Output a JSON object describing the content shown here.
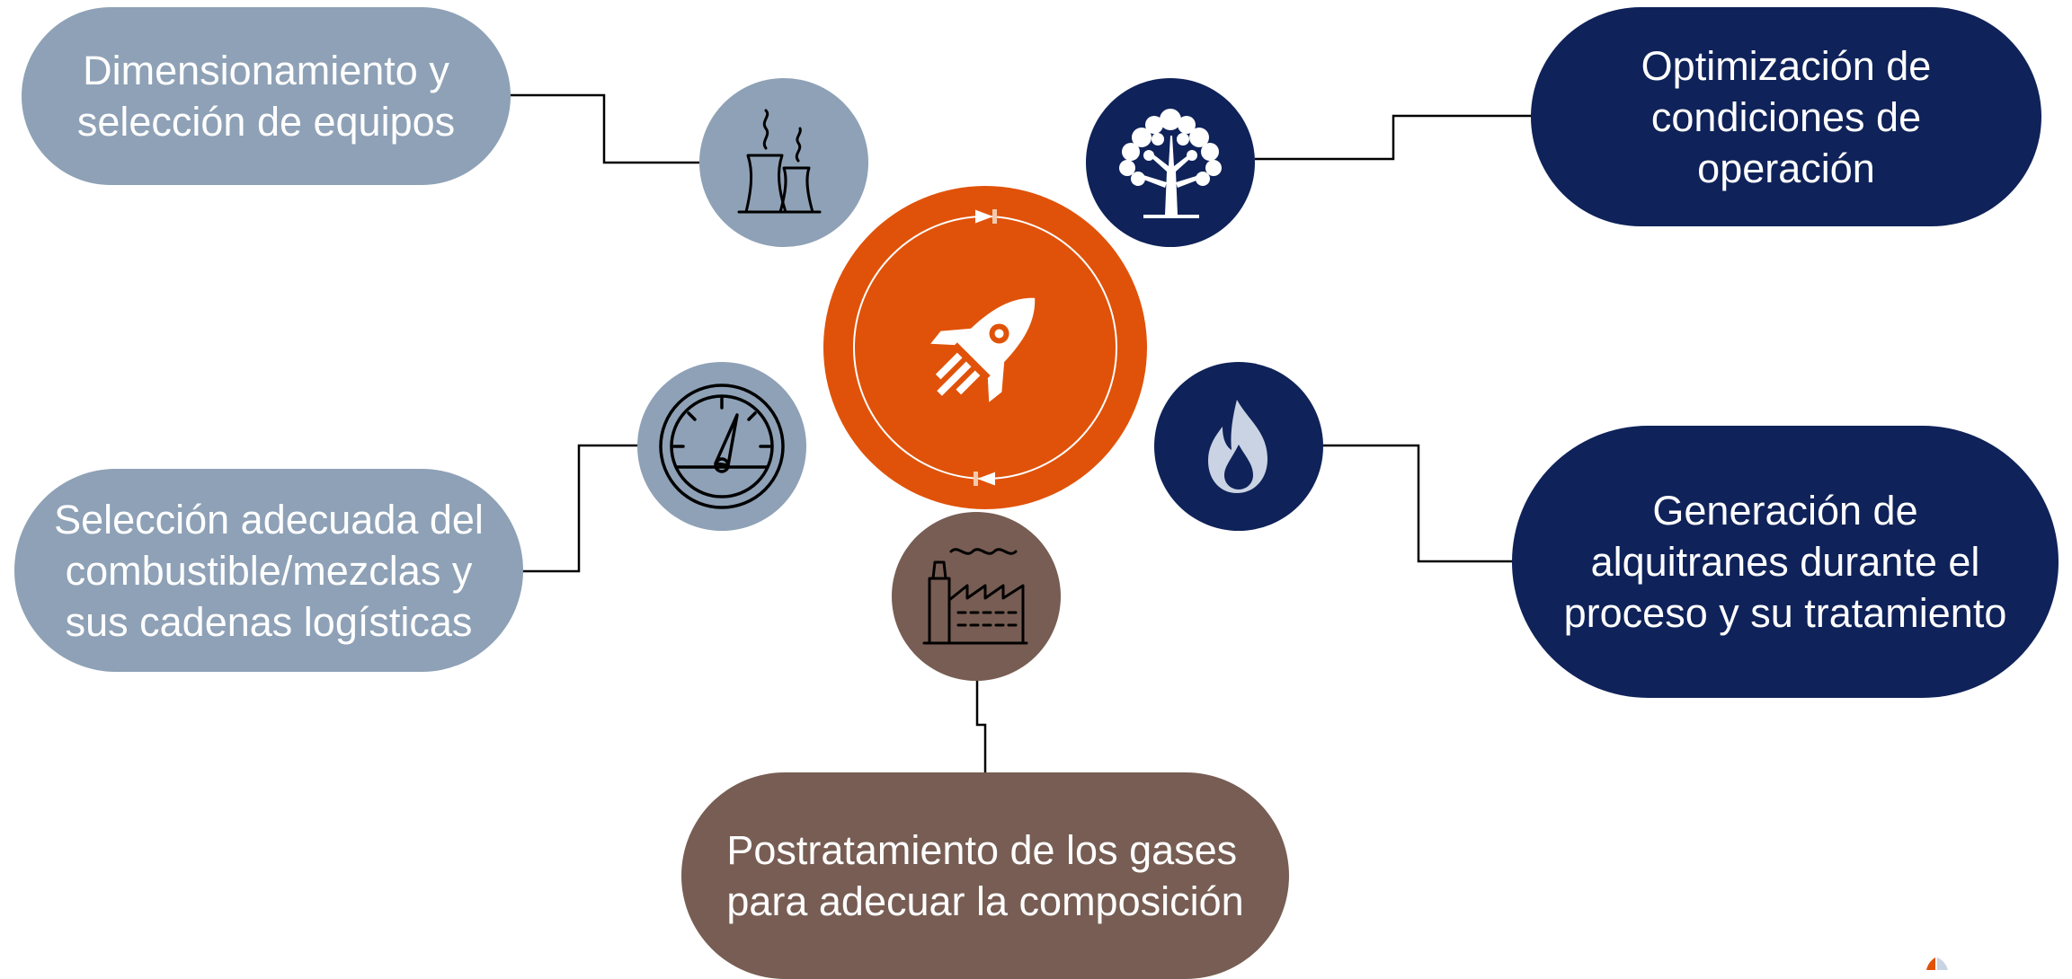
{
  "colors": {
    "light_blue": "#8EA1B6",
    "navy": "#0F2259",
    "brown": "#775D53",
    "orange": "#E05209",
    "connector": "#000000"
  },
  "center": {
    "icon": "rocket-icon"
  },
  "topics": [
    {
      "id": "equipos",
      "text": "Dimensionamiento y\nselección de equipos",
      "icon": "cooling-tower-icon",
      "color": "light_blue"
    },
    {
      "id": "combustible",
      "text": "Selección adecuada del\ncombustible/mezclas y\nsus cadenas logísticas",
      "icon": "gauge-icon",
      "color": "light_blue"
    },
    {
      "id": "postratamiento",
      "text": "Postratamiento de los gases\npara adecuar la composición",
      "icon": "factory-icon",
      "color": "brown"
    },
    {
      "id": "condiciones",
      "text": "Optimización de\ncondiciones de\noperación",
      "icon": "tree-icon",
      "color": "navy"
    },
    {
      "id": "alquitranes",
      "text": "Generación de\nalquitranes durante el\nproceso y su tratamiento",
      "icon": "flame-icon",
      "color": "navy"
    }
  ]
}
